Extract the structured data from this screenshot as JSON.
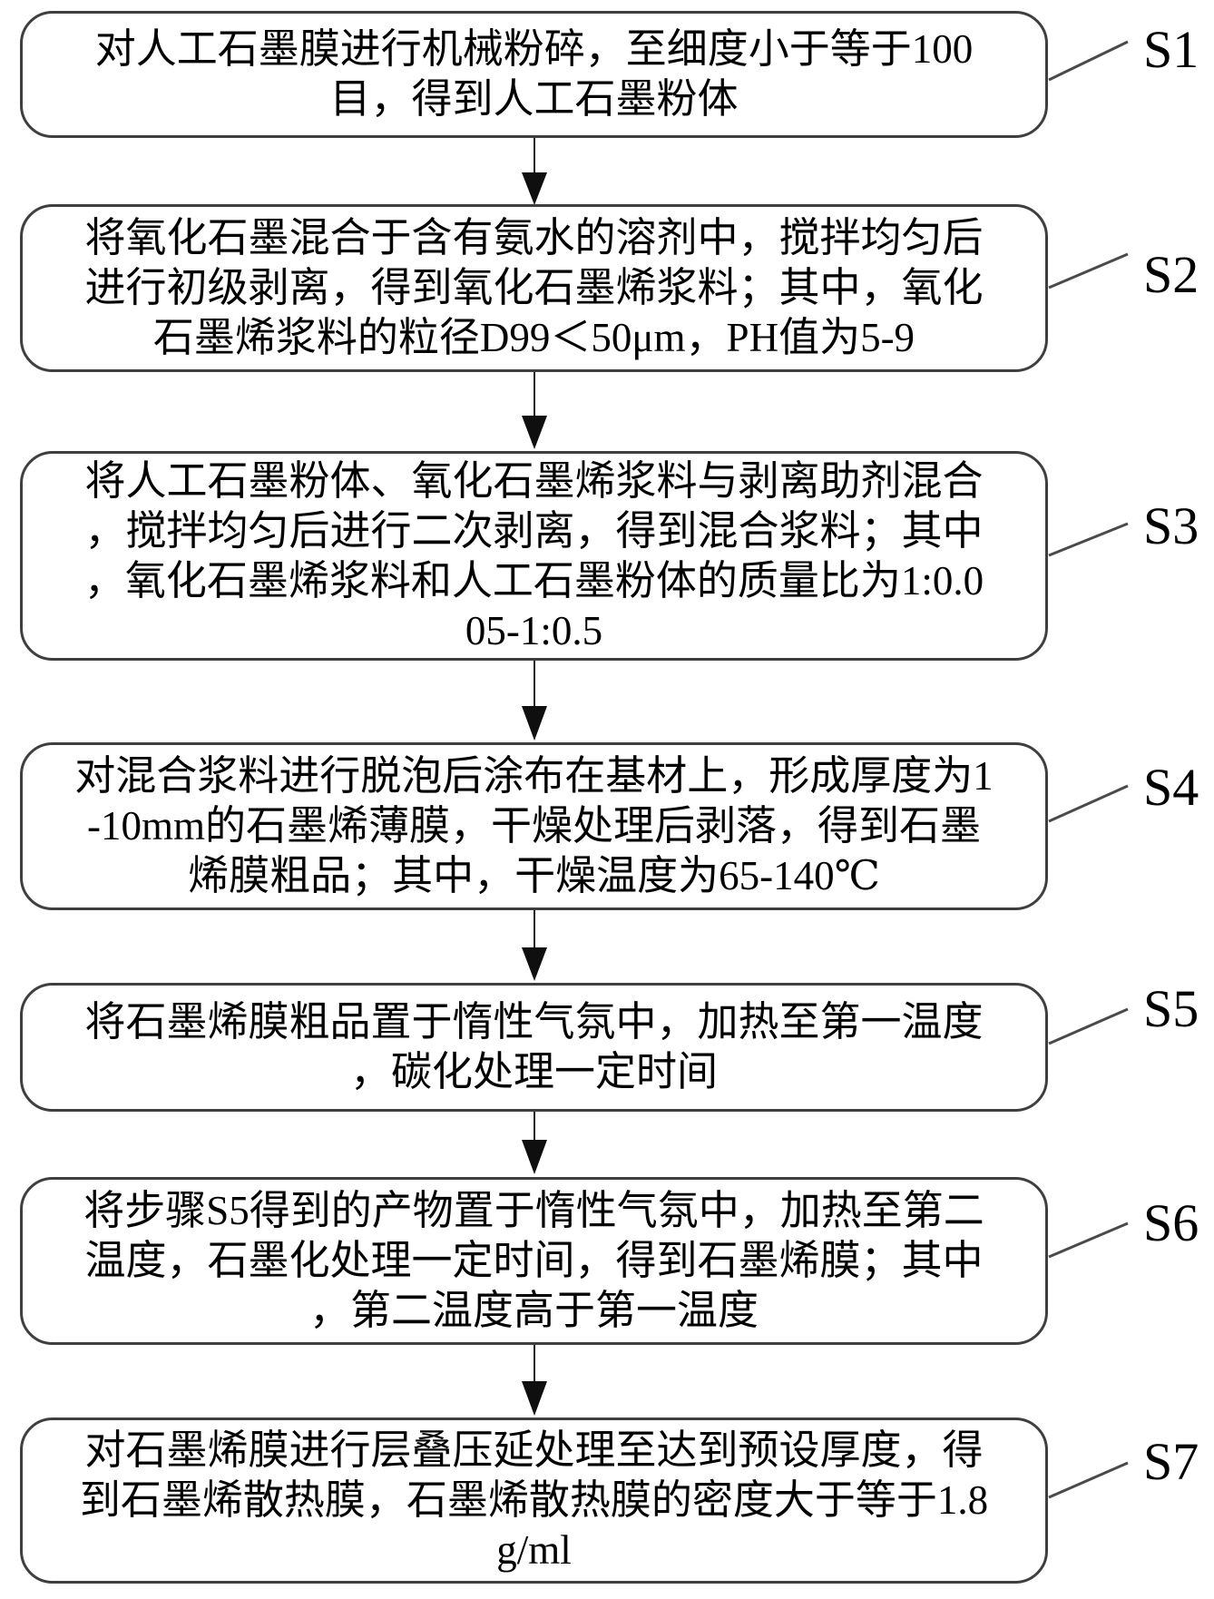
{
  "figure": {
    "type": "flowchart",
    "description_domain": "patent-process-flow"
  },
  "colors": {
    "background": "#ffffff",
    "box_border": "#3f3f3f",
    "text": "#000000",
    "arrow": "#1a1a1a",
    "leader_line": "#4a4a4a"
  },
  "steps": [
    {
      "label": "S1",
      "text": "对人工石墨膜进行机械粉碎，至细度小于等于100\n目，得到人工石墨粉体"
    },
    {
      "label": "S2",
      "text": "将氧化石墨混合于含有氨水的溶剂中，搅拌均匀后\n进行初级剥离，得到氧化石墨烯浆料；其中，氧化\n石墨烯浆料的粒径D99＜50μm，PH值为5-9"
    },
    {
      "label": "S3",
      "text": "将人工石墨粉体、氧化石墨烯浆料与剥离助剂混合\n，搅拌均匀后进行二次剥离，得到混合浆料；其中\n，氧化石墨烯浆料和人工石墨粉体的质量比为1:0.0\n05-1:0.5"
    },
    {
      "label": "S4",
      "text": "对混合浆料进行脱泡后涂布在基材上，形成厚度为1\n-10mm的石墨烯薄膜，干燥处理后剥落，得到石墨\n烯膜粗品；其中，干燥温度为65-140℃"
    },
    {
      "label": "S5",
      "text": "将石墨烯膜粗品置于惰性气氛中，加热至第一温度\n，碳化处理一定时间"
    },
    {
      "label": "S6",
      "text": "将步骤S5得到的产物置于惰性气氛中，加热至第二\n温度，石墨化处理一定时间，得到石墨烯膜；其中\n，第二温度高于第一温度"
    },
    {
      "label": "S7",
      "text": "对石墨烯膜进行层叠压延处理至达到预设厚度，得\n到石墨烯散热膜，石墨烯散热膜的密度大于等于1.8\ng/ml"
    }
  ]
}
